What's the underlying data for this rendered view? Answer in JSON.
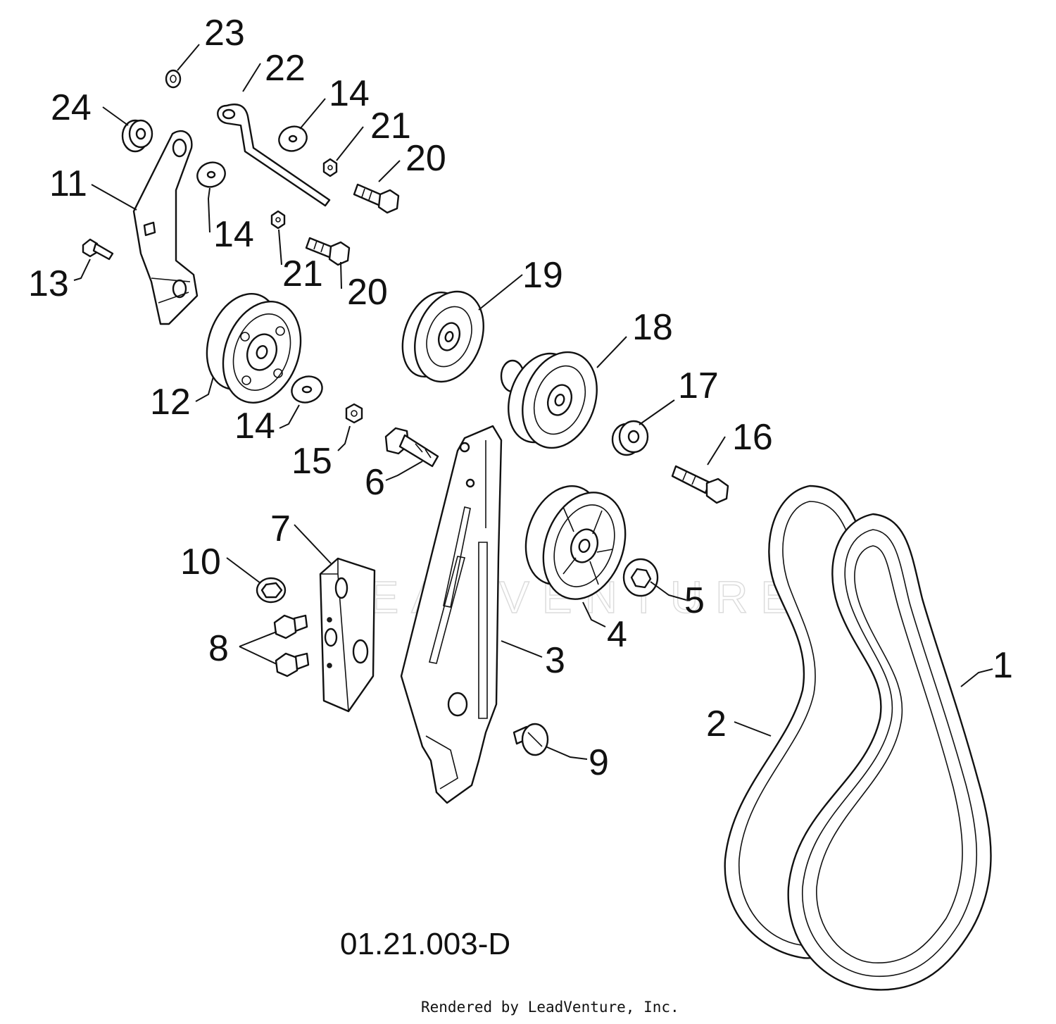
{
  "callouts": [
    {
      "id": "1",
      "text": "1"
    },
    {
      "id": "2",
      "text": "2"
    },
    {
      "id": "3",
      "text": "3"
    },
    {
      "id": "4",
      "text": "4"
    },
    {
      "id": "5",
      "text": "5"
    },
    {
      "id": "6",
      "text": "6"
    },
    {
      "id": "7",
      "text": "7"
    },
    {
      "id": "8",
      "text": "8"
    },
    {
      "id": "9",
      "text": "9"
    },
    {
      "id": "10",
      "text": "10"
    },
    {
      "id": "11",
      "text": "11"
    },
    {
      "id": "12",
      "text": "12"
    },
    {
      "id": "13",
      "text": "13"
    },
    {
      "id": "14a",
      "text": "14"
    },
    {
      "id": "14b",
      "text": "14"
    },
    {
      "id": "14c",
      "text": "14"
    },
    {
      "id": "15",
      "text": "15"
    },
    {
      "id": "16",
      "text": "16"
    },
    {
      "id": "17",
      "text": "17"
    },
    {
      "id": "18",
      "text": "18"
    },
    {
      "id": "19",
      "text": "19"
    },
    {
      "id": "20a",
      "text": "20"
    },
    {
      "id": "20b",
      "text": "20"
    },
    {
      "id": "21a",
      "text": "21"
    },
    {
      "id": "21b",
      "text": "21"
    },
    {
      "id": "22",
      "text": "22"
    },
    {
      "id": "23",
      "text": "23"
    },
    {
      "id": "24",
      "text": "24"
    }
  ],
  "diagram_code": "01.21.003-D",
  "credit": "Rendered by LeadVenture, Inc.",
  "watermark": "LEADVENTURE"
}
